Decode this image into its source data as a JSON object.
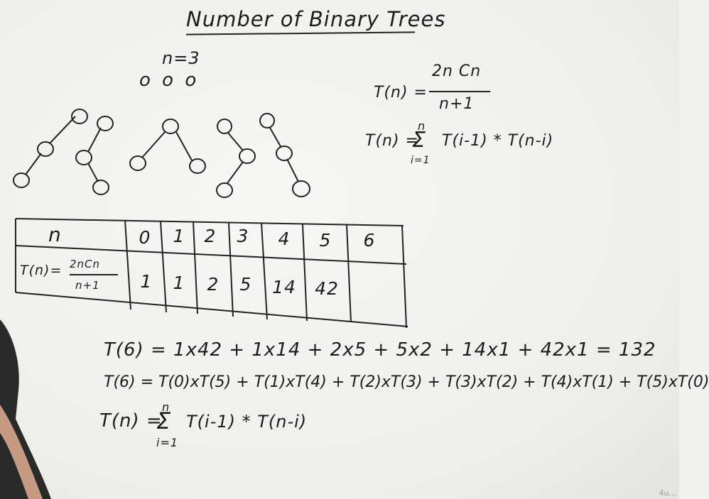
{
  "title": "Number of Binary Trees",
  "example": {
    "n_label": "n=3",
    "nodes_label": "o o o"
  },
  "formula_catalan": {
    "lhs": "T(n) =",
    "numerator": "2n Cn",
    "denominator": "n+1"
  },
  "formula_recurrence": {
    "lhs": "T(n) =",
    "sum_top": "n",
    "sum_sign": "Σ",
    "sum_bottom": "i=1",
    "term": "T(i-1) * T(n-i)"
  },
  "table": {
    "row_header_n": "n",
    "row_header_t": {
      "lhs": "T(n)=",
      "numerator": "2nCn",
      "denominator": "n+1"
    },
    "n_values": [
      "0",
      "1",
      "2",
      "3",
      "4",
      "5",
      "6"
    ],
    "t_values": [
      "1",
      "1",
      "2",
      "5",
      "14",
      "42",
      ""
    ]
  },
  "equations": {
    "line1": "T(6) = 1x42 + 1x14 + 2x5 + 5x2 + 14x1 + 42x1 = 132",
    "line2": "T(6) = T(0)xT(5) + T(1)xT(4) + T(2)xT(3) + T(3)xT(2) + T(4)xT(1) + T(5)xT(0)",
    "line3_lhs": "T(n) =",
    "line3_top": "n",
    "line3_sign": "Σ",
    "line3_bottom": "i=1",
    "line3_term": "T(i-1) * T(n-i)"
  },
  "watermark": "4u...",
  "colors": {
    "board": "#f1f1ef",
    "ink": "#1c1c1c",
    "person": "#2a2a2a"
  }
}
